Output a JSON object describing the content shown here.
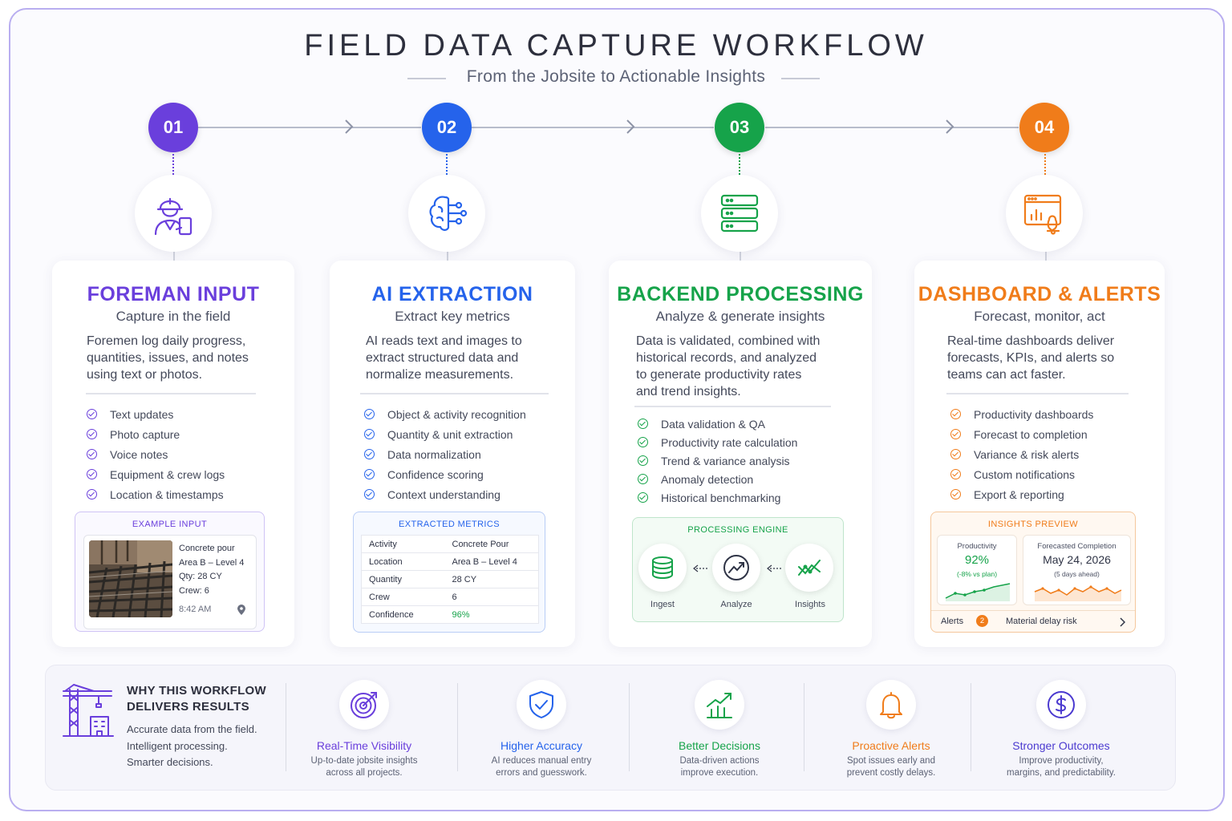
{
  "header": {
    "title": "FIELD DATA CAPTURE WORKFLOW",
    "subtitle": "From the Jobsite to Actionable Insights"
  },
  "colors": {
    "purple": "#6a3fdc",
    "blue": "#2563eb",
    "green": "#16a34a",
    "orange": "#f07c1a"
  },
  "steps": [
    {
      "number": "01",
      "icon": "foreman-hardhat-tablet-icon",
      "title": "FOREMAN INPUT",
      "subtitle": "Capture in the field",
      "desc": [
        "Foremen log daily progress,",
        "quantities, issues, and notes",
        "using text or photos."
      ],
      "checks": [
        "Text updates",
        "Photo capture",
        "Voice notes",
        "Equipment & crew logs",
        "Location & timestamps"
      ],
      "example": {
        "label": "EXAMPLE INPUT",
        "lines": [
          "Concrete pour",
          "Area B – Level 4",
          "Qty: 28 CY",
          "Crew: 6"
        ],
        "time": "8:42 AM"
      }
    },
    {
      "number": "02",
      "icon": "ai-brain-circuit-icon",
      "title": "AI EXTRACTION",
      "subtitle": "Extract key metrics",
      "desc": [
        "AI reads text and images to",
        "extract structured data and",
        "normalize measurements."
      ],
      "checks": [
        "Object & activity recognition",
        "Quantity & unit extraction",
        "Data normalization",
        "Confidence scoring",
        "Context understanding"
      ],
      "metrics": {
        "label": "EXTRACTED METRICS",
        "rows": [
          {
            "key": "Activity",
            "value": "Concrete Pour"
          },
          {
            "key": "Location",
            "value": "Area B – Level 4"
          },
          {
            "key": "Quantity",
            "value": "28 CY"
          },
          {
            "key": "Crew",
            "value": "6"
          },
          {
            "key": "Confidence",
            "value": "96%"
          }
        ]
      }
    },
    {
      "number": "03",
      "icon": "server-stack-icon",
      "title": "BACKEND PROCESSING",
      "subtitle": "Analyze & generate insights",
      "desc": [
        "Data is validated, combined with",
        "historical records, and analyzed",
        "to generate productivity rates",
        "and trend insights."
      ],
      "checks": [
        "Data validation & QA",
        "Productivity rate calculation",
        "Trend & variance analysis",
        "Anomaly detection",
        "Historical benchmarking"
      ],
      "engine": {
        "label": "PROCESSING ENGINE",
        "nodes": [
          "Ingest",
          "Analyze",
          "Insights"
        ]
      }
    },
    {
      "number": "04",
      "icon": "dashboard-bell-icon",
      "title": "DASHBOARD & ALERTS",
      "subtitle": "Forecast, monitor, act",
      "desc": [
        "Real-time dashboards deliver",
        "forecasts, KPIs, and alerts so",
        "teams can act faster."
      ],
      "checks": [
        "Productivity dashboards",
        "Forecast to completion",
        "Variance & risk alerts",
        "Custom notifications",
        "Export & reporting"
      ],
      "preview": {
        "label": "INSIGHTS PREVIEW",
        "productivity_label": "Productivity",
        "productivity_value": "92%",
        "productivity_note": "(-8% vs plan)",
        "forecast_label": "Forecasted Completion",
        "forecast_value": "May 24, 2026",
        "forecast_note": "(5 days ahead)",
        "alerts_label": "Alerts",
        "alerts_count": "2",
        "alert_text": "Material delay risk"
      }
    }
  ],
  "why": {
    "title_line1": "WHY THIS WORKFLOW",
    "title_line2": "DELIVERS RESULTS",
    "text": [
      "Accurate data from the field.",
      "Intelligent processing.",
      "Smarter decisions."
    ]
  },
  "benefits": [
    {
      "icon": "target-icon",
      "title": "Real-Time Visibility",
      "text": [
        "Up-to-date jobsite insights",
        "across all projects."
      ]
    },
    {
      "icon": "shield-check-icon",
      "title": "Higher Accuracy",
      "text": [
        "AI reduces manual entry",
        "errors and guesswork."
      ]
    },
    {
      "icon": "growth-chart-icon",
      "title": "Better Decisions",
      "text": [
        "Data-driven actions",
        "improve execution."
      ]
    },
    {
      "icon": "bell-icon",
      "title": "Proactive Alerts",
      "text": [
        "Spot issues early and",
        "prevent costly delays."
      ]
    },
    {
      "icon": "dollar-coin-icon",
      "title": "Stronger Outcomes",
      "text": [
        "Improve productivity,",
        "margins, and predictability."
      ]
    }
  ]
}
